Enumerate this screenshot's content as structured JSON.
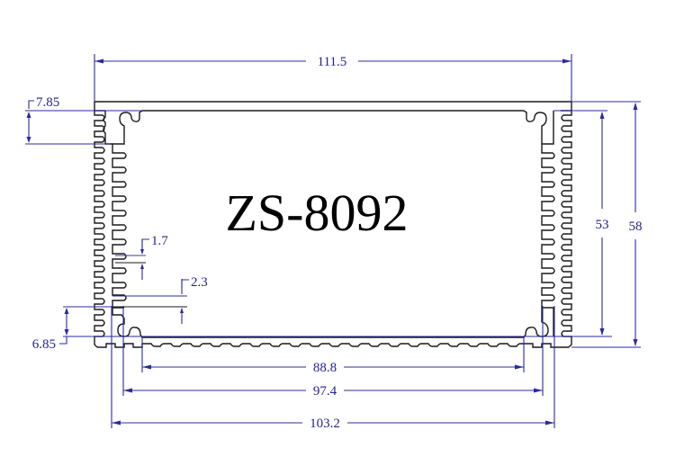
{
  "drawing": {
    "title": "ZS-8092",
    "type": "aluminum enclosure extrusion profile cross-section",
    "colors": {
      "outline": "#1a1a1a",
      "dimension": "#2b2b9e",
      "background": "#ffffff"
    }
  },
  "dimensions": {
    "overall_width": "111.5",
    "overall_height": "58",
    "inner_height": "53",
    "bottom_width_outer": "103.2",
    "bottom_width_mid": "97.4",
    "bottom_width_inner": "88.8",
    "top_offset_left": "7.85",
    "bottom_offset_left": "6.85",
    "fin_spacing": "1.7",
    "slot_width": "2.3"
  }
}
